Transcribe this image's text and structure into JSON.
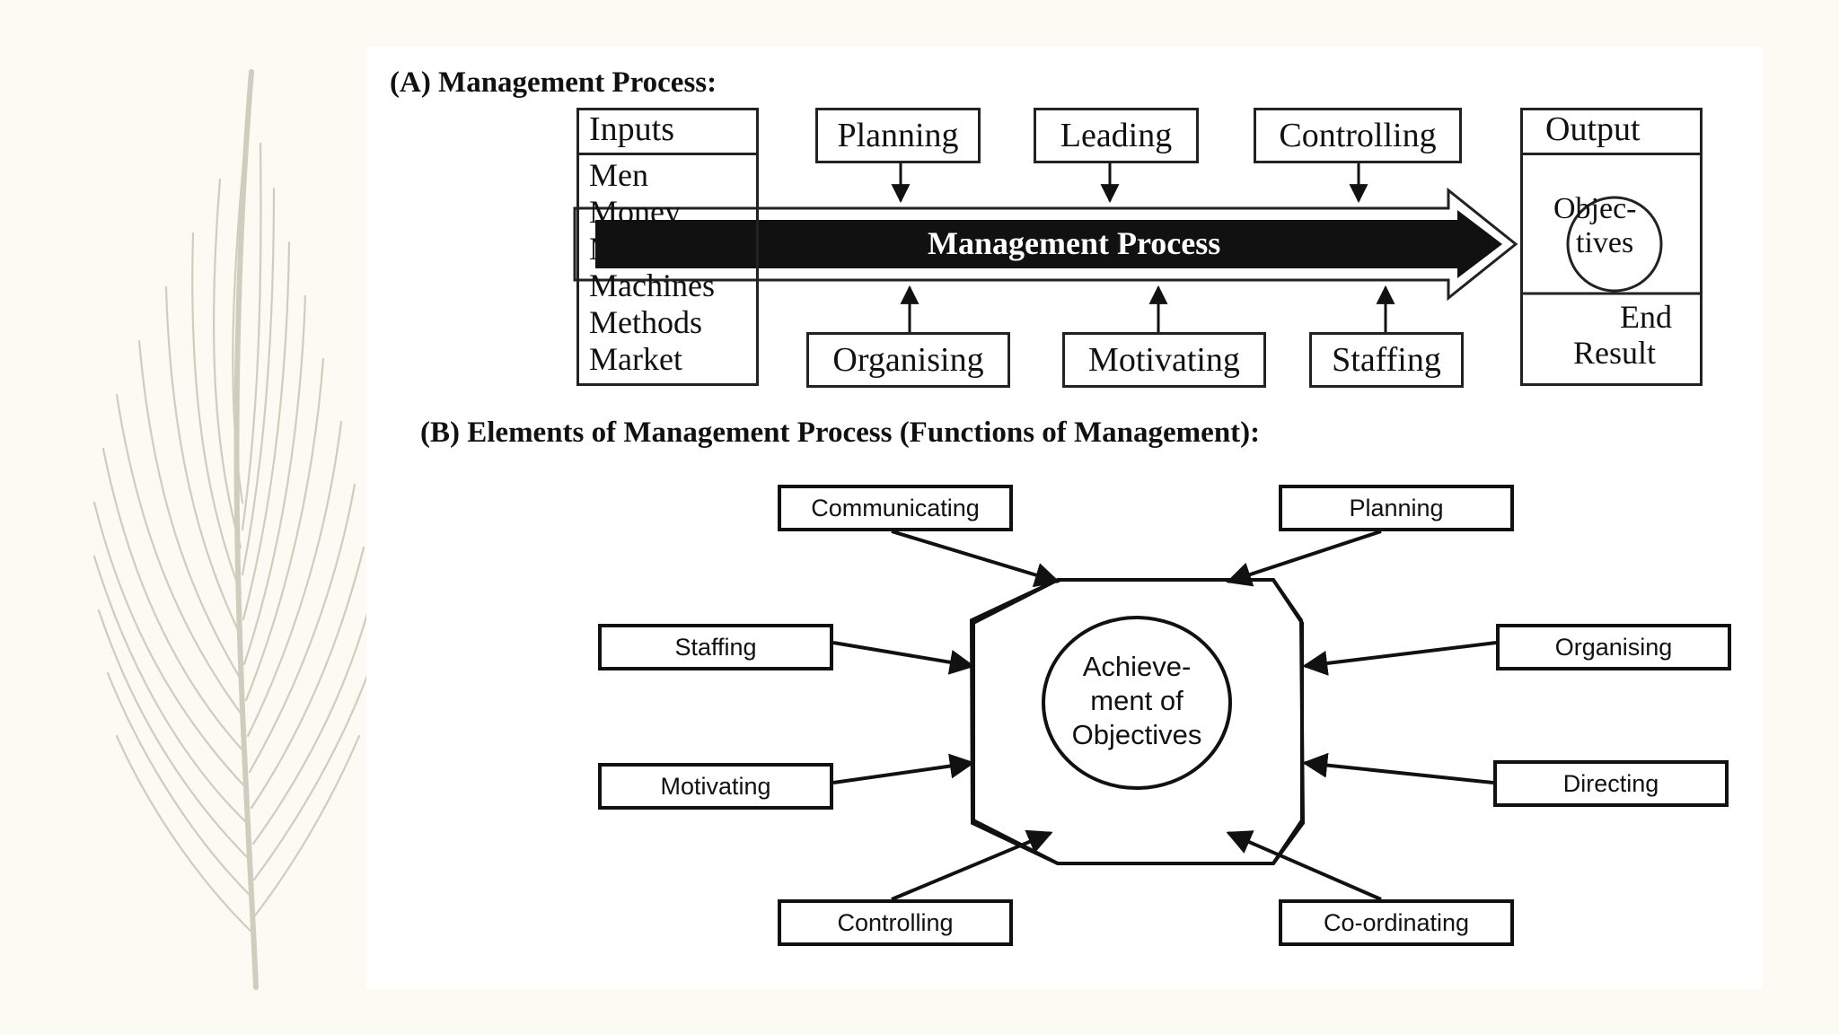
{
  "section_a": {
    "title": "(A)    Management Process:",
    "inputs": {
      "heading": "Inputs",
      "items": [
        "Men",
        "Money",
        "Materials",
        "Machines",
        "Methods",
        "Market"
      ]
    },
    "top_functions": [
      "Planning",
      "Leading",
      "Controlling"
    ],
    "bottom_functions": [
      "Organising",
      "Motivating",
      "Staffing"
    ],
    "arrow_label": "Management Process",
    "output": {
      "heading": "Output",
      "circle_line1": "Objec-",
      "circle_line2": "tives",
      "end_line1": "End",
      "end_line2": "Result"
    }
  },
  "section_b": {
    "title": "(B) Elements of Management Process (Functions of Management):",
    "center_line1": "Achieve-",
    "center_line2": "ment of",
    "center_line3": "Objectives",
    "elements": {
      "communicating": "Communicating",
      "planning": "Planning",
      "staffing": "Staffing",
      "organising": "Organising",
      "motivating": "Motivating",
      "directing": "Directing",
      "controlling": "Controlling",
      "coordinating": "Co-ordinating"
    }
  },
  "colors": {
    "background": "#fbfaf3",
    "panel": "#ffffff",
    "ink": "#111111",
    "feather": "#cfcdbd"
  }
}
